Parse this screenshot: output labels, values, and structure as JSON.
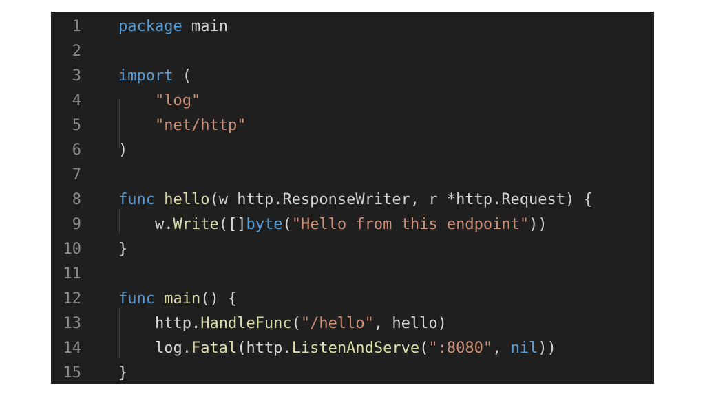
{
  "editor": {
    "language": "go",
    "colors": {
      "background": "#1f1f1f",
      "line_number": "#8a8a8a",
      "keyword": "#569cd6",
      "function": "#dcdcaa",
      "string": "#ce9178",
      "text": "#d4d4d4"
    },
    "lines": [
      {
        "n": "1",
        "tokens": [
          {
            "t": "package",
            "c": "kw"
          },
          {
            "t": " main",
            "c": "tx"
          }
        ]
      },
      {
        "n": "2",
        "tokens": []
      },
      {
        "n": "3",
        "tokens": [
          {
            "t": "import",
            "c": "kw"
          },
          {
            "t": " (",
            "c": "tx"
          }
        ]
      },
      {
        "n": "4",
        "tokens": [
          {
            "t": "    ",
            "c": "tx"
          },
          {
            "t": "\"log\"",
            "c": "str"
          }
        ]
      },
      {
        "n": "5",
        "tokens": [
          {
            "t": "    ",
            "c": "tx"
          },
          {
            "t": "\"net/http\"",
            "c": "str"
          }
        ]
      },
      {
        "n": "6",
        "tokens": [
          {
            "t": ")",
            "c": "tx"
          }
        ]
      },
      {
        "n": "7",
        "tokens": []
      },
      {
        "n": "8",
        "tokens": [
          {
            "t": "func",
            "c": "kw"
          },
          {
            "t": " ",
            "c": "tx"
          },
          {
            "t": "hello",
            "c": "fn"
          },
          {
            "t": "(w http.ResponseWriter, r *http.Request) {",
            "c": "tx"
          }
        ]
      },
      {
        "n": "9",
        "tokens": [
          {
            "t": "    w.",
            "c": "tx"
          },
          {
            "t": "Write",
            "c": "fn"
          },
          {
            "t": "([]",
            "c": "tx"
          },
          {
            "t": "byte",
            "c": "kw"
          },
          {
            "t": "(",
            "c": "tx"
          },
          {
            "t": "\"Hello from this endpoint\"",
            "c": "str"
          },
          {
            "t": "))",
            "c": "tx"
          }
        ]
      },
      {
        "n": "10",
        "tokens": [
          {
            "t": "}",
            "c": "tx"
          }
        ]
      },
      {
        "n": "11",
        "tokens": []
      },
      {
        "n": "12",
        "tokens": [
          {
            "t": "func",
            "c": "kw"
          },
          {
            "t": " ",
            "c": "tx"
          },
          {
            "t": "main",
            "c": "fn"
          },
          {
            "t": "() {",
            "c": "tx"
          }
        ]
      },
      {
        "n": "13",
        "tokens": [
          {
            "t": "    http.",
            "c": "tx"
          },
          {
            "t": "HandleFunc",
            "c": "fn"
          },
          {
            "t": "(",
            "c": "tx"
          },
          {
            "t": "\"/hello\"",
            "c": "str"
          },
          {
            "t": ", hello)",
            "c": "tx"
          }
        ]
      },
      {
        "n": "14",
        "tokens": [
          {
            "t": "    log.",
            "c": "tx"
          },
          {
            "t": "Fatal",
            "c": "fn"
          },
          {
            "t": "(http.",
            "c": "tx"
          },
          {
            "t": "ListenAndServe",
            "c": "fn"
          },
          {
            "t": "(",
            "c": "tx"
          },
          {
            "t": "\":8080\"",
            "c": "str"
          },
          {
            "t": ", ",
            "c": "tx"
          },
          {
            "t": "nil",
            "c": "kw"
          },
          {
            "t": "))",
            "c": "tx"
          }
        ]
      },
      {
        "n": "15",
        "tokens": [
          {
            "t": "}",
            "c": "tx"
          }
        ]
      }
    ]
  }
}
